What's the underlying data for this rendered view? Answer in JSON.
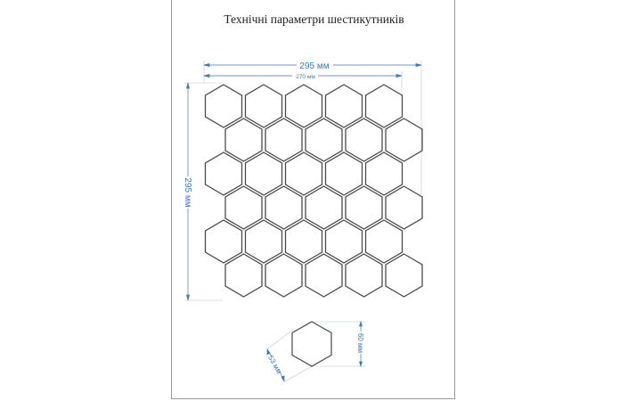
{
  "title": "Технічні параметри шестикутників",
  "sheet": {
    "grid": {
      "rows": 6,
      "columns": 5
    },
    "dimensions": {
      "overall_width": "295 мм",
      "inner_width": "270 мм",
      "overall_height": "295 мм"
    }
  },
  "tile": {
    "height": "60 мм",
    "side_width": "53 мм"
  },
  "colors": {
    "line": "#4a4a4a",
    "dimension": "#3f78b5",
    "extension": "#cfd6dd"
  }
}
